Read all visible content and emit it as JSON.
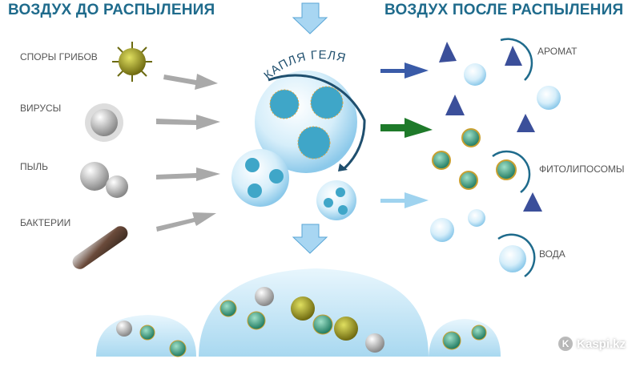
{
  "titles": {
    "before": "ВОЗДУХ ДО РАСПЫЛЕНИЯ",
    "after": "ВОЗДУХ ПОСЛЕ РАСПЫЛЕНИЯ"
  },
  "pollutants": [
    {
      "label": "СПОРЫ ГРИБОВ",
      "icon": "fungal-spore-icon"
    },
    {
      "label": "ВИРУСЫ",
      "icon": "virus-icon"
    },
    {
      "label": "ПЫЛЬ",
      "icon": "dust-icon"
    },
    {
      "label": "БАКТЕРИИ",
      "icon": "bacteria-icon"
    }
  ],
  "gel_drop": {
    "label": "КАПЛЯ ГЕЛЯ"
  },
  "results": [
    {
      "label": "АРОМАТ"
    },
    {
      "label": "ФИТОЛИПОСОМЫ"
    },
    {
      "label": "ВОДА"
    }
  ],
  "watermark": "Kaspi.kz",
  "colors": {
    "title": "#1f6b8c",
    "arrow_gray": "#a9a9a9",
    "arrow_blue": "#3a5ba8",
    "arrow_green": "#1e7a2a",
    "arrow_light": "#9fd3ef",
    "triangle": "#3b4f9a"
  }
}
